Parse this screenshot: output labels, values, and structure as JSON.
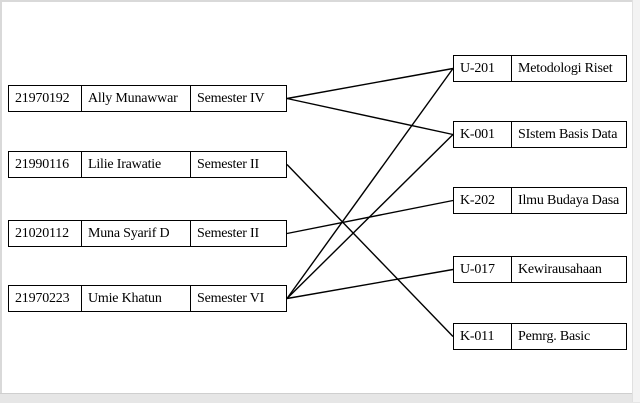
{
  "students": [
    {
      "nim": "21970192",
      "nama": "Ally Munawwar",
      "semester": "Semester IV"
    },
    {
      "nim": "21990116",
      "nama": "Lilie Irawatie",
      "semester": "Semester II"
    },
    {
      "nim": "21020112",
      "nama": "Muna Syarif D",
      "semester": "Semester II"
    },
    {
      "nim": "21970223",
      "nama": "Umie Khatun",
      "semester": "Semester VI"
    }
  ],
  "courses": [
    {
      "kode": "U-201",
      "nama": "Metodologi Riset"
    },
    {
      "kode": "K-001",
      "nama": "SIstem Basis Data"
    },
    {
      "kode": "K-202",
      "nama": "Ilmu Budaya Dasa"
    },
    {
      "kode": "U-017",
      "nama": "Kewirausahaan"
    },
    {
      "kode": "K-011",
      "nama": "Pemrg. Basic"
    }
  ],
  "relations": [
    {
      "student": "21970192",
      "course": "U-201"
    },
    {
      "student": "21970192",
      "course": "K-001"
    },
    {
      "student": "21990116",
      "course": "K-011"
    },
    {
      "student": "21020112",
      "course": "K-202"
    },
    {
      "student": "21970223",
      "course": "U-201"
    },
    {
      "student": "21970223",
      "course": "K-001"
    },
    {
      "student": "21970223",
      "course": "U-017"
    }
  ]
}
